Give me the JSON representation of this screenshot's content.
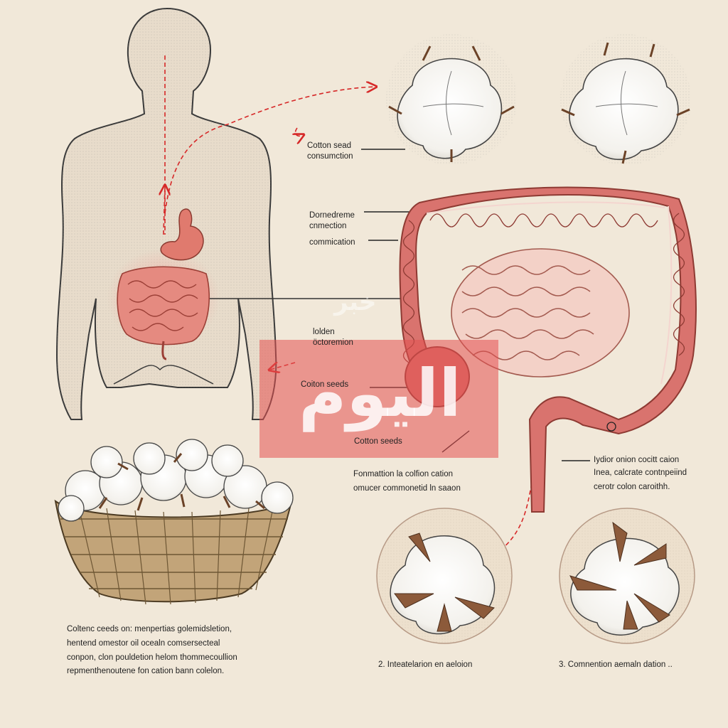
{
  "labels": {
    "cotton_seed_consumption": "Cotton sead\nconsumction",
    "dornedreme_connection": "Dornedreme\ncnmection",
    "commication": "commication",
    "ioldon_octoremion": "lolden\nöctoremion",
    "cotton_seeds_upper": "Coiton seeds",
    "cotton_seeds_lower": "Cotton seeds",
    "formation_line1": "Fonmattion la colfion cation",
    "formation_line2": "omucer commonetid ln saaon",
    "right_colon_line1": "Iydior onion cocitt caion",
    "right_colon_line2": "Inea, calcrate contnpeiind",
    "right_colon_line3": "cerotr colon caroithh.",
    "bottom_text_line1": "Coltenc ceeds on: menpertias golemidsletion,",
    "bottom_text_line2": "hentend omestor oil ocealn comsersecteal",
    "bottom_text_line3": "conpon, clon pouldetion helom thommecoullion",
    "bottom_text_line4": "repmenthenoutene fon cation bann colelon.",
    "caption_2": "2. Inteatelarion en aeloion",
    "caption_3": "3. Comnention aemaln dation .."
  },
  "watermark": {
    "big": "اليوم",
    "small": "خبر"
  },
  "colors": {
    "background": "#f1e8d9",
    "arrow": "#d62828",
    "intestine": "#d9736e",
    "body_outline": "#3a3a3a",
    "watermark": "#e45050"
  }
}
